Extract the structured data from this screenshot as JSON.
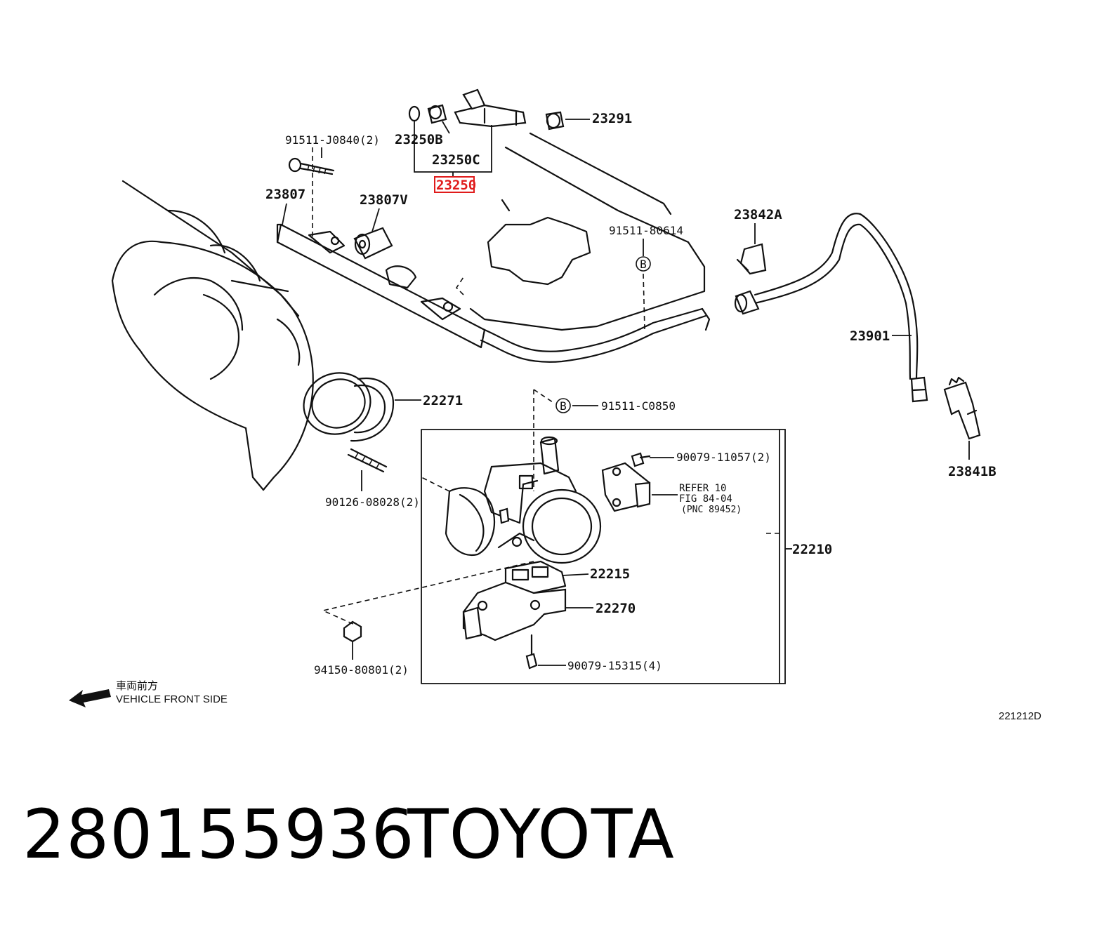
{
  "diagram": {
    "labels": {
      "l_23291": "23291",
      "l_23250B": "23250B",
      "l_23250C": "23250C",
      "l_23250": "23250",
      "l_91511_J0840": "91511-J0840(2)",
      "l_23807": "23807",
      "l_23807V": "23807V",
      "l_91511_80614": "91511-80614",
      "l_23842A": "23842A",
      "l_23901": "23901",
      "l_22271": "22271",
      "l_91511_C0850": "91511-C0850",
      "l_23841B": "23841B",
      "l_90079_11057": "90079-11057(2)",
      "l_90126_08028": "90126-08028(2)",
      "l_22210": "22210",
      "l_22215": "22215",
      "l_22270": "22270",
      "l_94150_80801": "94150-80801(2)",
      "l_90079_15315": "90079-15315(4)",
      "refer_line1": "REFER 10",
      "refer_line2": "FIG 84-04",
      "refer_line3": "(PNC 89452)",
      "marker_b": "B"
    },
    "highlight_color": "#e01b1b",
    "front_jp": "車両前方",
    "front_en": "VEHICLE FRONT SIDE",
    "illustration_id": "221212D"
  },
  "footer": {
    "part_number": "280155936",
    "brand": "TOYOTA"
  }
}
